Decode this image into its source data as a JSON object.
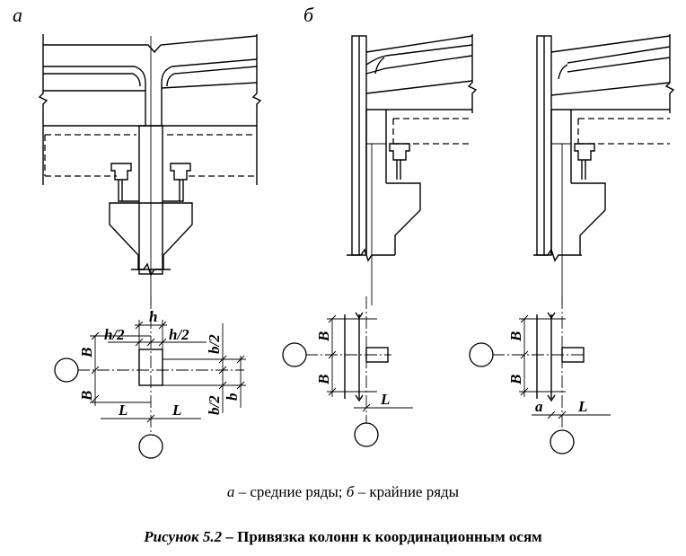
{
  "labels": {
    "panel_a": "а",
    "panel_b": "б"
  },
  "dimensions": {
    "h": "h",
    "h_half": "h/2",
    "b_half": "b/2",
    "b": "b",
    "B": "B",
    "L": "L",
    "a": "a"
  },
  "caption": {
    "sub_a_letter": "а",
    "sub_a_text": " – средние ряды; ",
    "sub_b_letter": "б",
    "sub_b_text": " – крайние ряды",
    "title_prefix": "Рисунок 5.2",
    "title_text": " – Привязка колонн к координационным осям"
  }
}
